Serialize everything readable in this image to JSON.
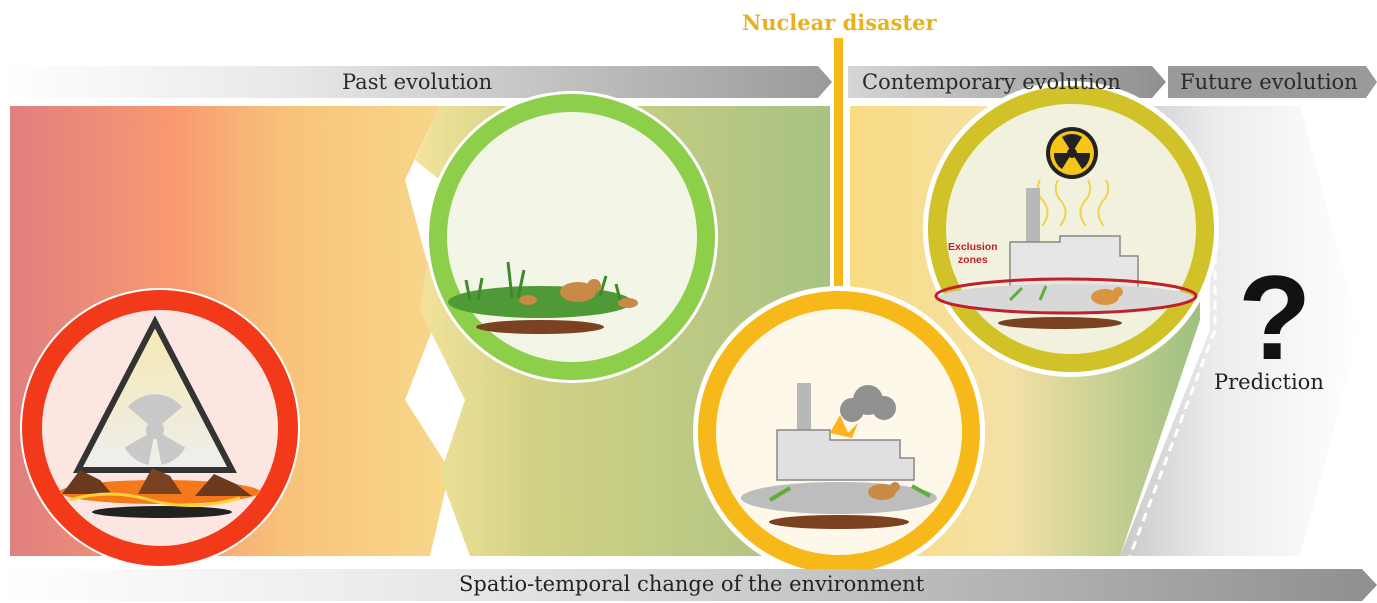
{
  "timeline": {
    "past_label": "Past evolution",
    "contemporary_label": "Contemporary evolution",
    "future_label": "Future evolution",
    "bottom_label": "Spatio-temporal change of the environment"
  },
  "event": {
    "label": "Nuclear disaster",
    "color": "#e5b321"
  },
  "stages": [
    {
      "name": "ancient-radioactive-environment",
      "ring_color": "#f23a1a"
    },
    {
      "name": "pre-disaster-ecosystem",
      "ring_color": "#8dcf4a"
    },
    {
      "name": "nuclear-accident",
      "ring_color": "#f6b919"
    },
    {
      "name": "exclusion-zone-ecosystem",
      "ring_color": "#d1c229"
    }
  ],
  "exclusion": {
    "line1": "Exclusion",
    "line2": "zones",
    "color": "#c0202a"
  },
  "prediction": {
    "symbol": "?",
    "label": "Prediction"
  },
  "icons": [
    "radiation-icon",
    "mouse-icon",
    "lava-icon",
    "power-plant-icon",
    "explosion-icon",
    "smoke-icon"
  ]
}
